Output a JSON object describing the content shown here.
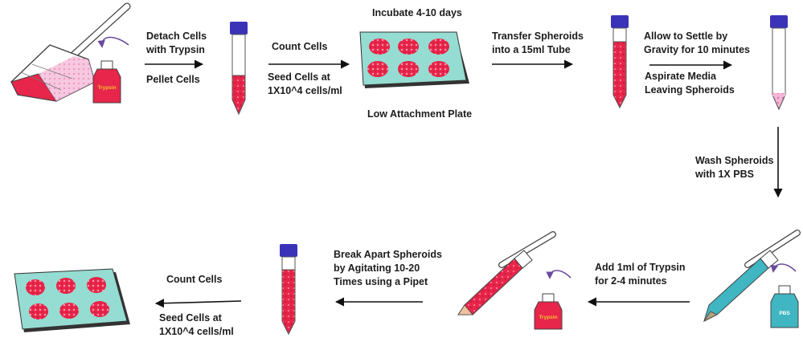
{
  "steps": {
    "detach": [
      "Detach Cells",
      "with Trypsin"
    ],
    "pellet": "Pellet Cells",
    "count_top": "Count Cells",
    "seed_top": [
      "Seed Cells at",
      "1X10^4 cells/ml"
    ],
    "incubate": "Incubate 4-10 days",
    "plate_label": "Low Attachment Plate",
    "transfer": [
      "Transfer Spheroids",
      "into a 15ml Tube"
    ],
    "settle": [
      "Allow to Settle by",
      "Gravity for 10 minutes"
    ],
    "aspirate": [
      "Aspirate Media",
      "Leaving Spheroids"
    ],
    "wash": [
      "Wash Spheroids",
      "with 1X PBS"
    ],
    "add_trypsin": [
      "Add 1ml of Trypsin",
      "for 2-4 minutes"
    ],
    "break_apart": [
      "Break Apart Spheroids",
      "by Agitating 10-20",
      "Times using a Pipet"
    ],
    "count_bottom": "Count Cells",
    "seed_bottom": [
      "Seed Cells at",
      "1X10^4 cells/ml"
    ]
  },
  "bottles": {
    "trypsin": "Trypsin",
    "pbs": "PBS"
  },
  "colors": {
    "red": "#e8254a",
    "pink": "#f0a6cc",
    "cyan": "#3fb6c2",
    "plate": "#95dcd2",
    "cap": "#3a33b8",
    "arrow": "#111111",
    "curve": "#6a4a9c"
  }
}
